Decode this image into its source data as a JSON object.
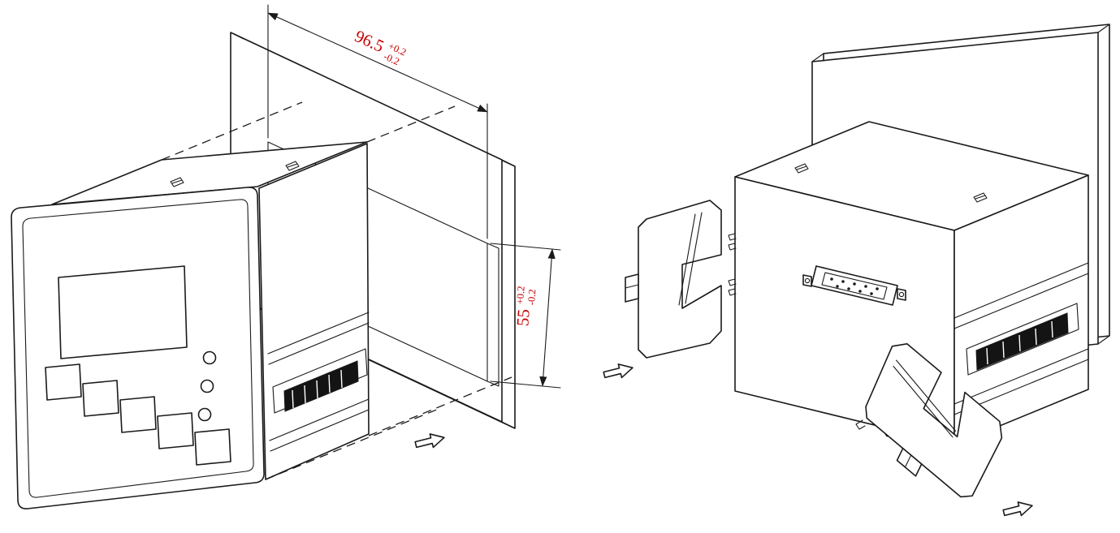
{
  "style": {
    "background": "#ffffff",
    "line_color": "#1a1a1a",
    "dimension_text_color": "#c40000",
    "slot_fill": "#141414"
  },
  "dimensions": {
    "cutout_width": {
      "value": "96.5",
      "tolerance_plus": "+0.2",
      "tolerance_minus": "-0.2"
    },
    "cutout_height": {
      "value": "55",
      "tolerance_plus": "+0.2",
      "tolerance_minus": "-0.2"
    }
  },
  "icons": {
    "direction_arrow": "open-block-arrow",
    "panel_clip_hole": "notched-square"
  }
}
